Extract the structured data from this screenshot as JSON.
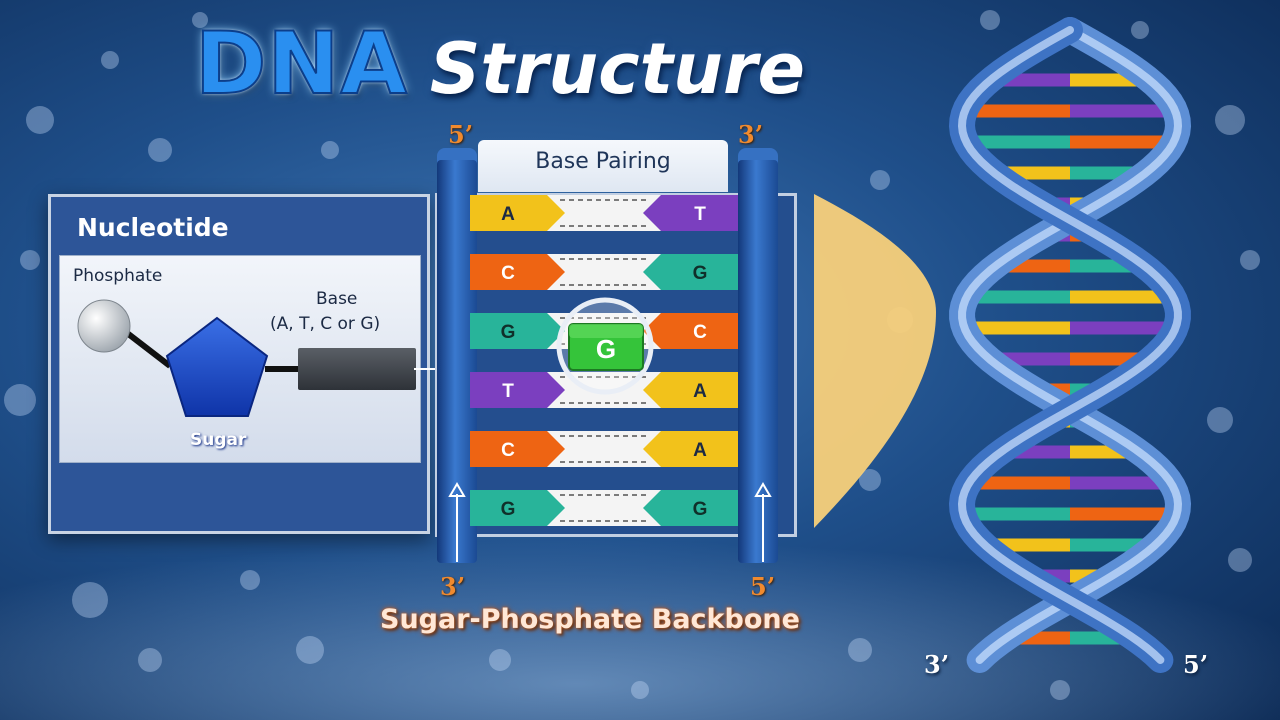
{
  "title": {
    "word1": "DNA",
    "word2": "Structure"
  },
  "nucleotide": {
    "title": "Nucleotide",
    "phosphate": "Phosphate",
    "base": "Base",
    "base_options": "(A, T, C or G)",
    "sugar": "Sugar"
  },
  "base_pairing": {
    "title": "Base Pairing",
    "top_left_end": "5’",
    "top_right_end": "3’",
    "bottom_left_end": "3’",
    "bottom_right_end": "5’",
    "highlight_base": "G",
    "pairs": [
      {
        "left": "A",
        "right": "T",
        "left_color": "#f2c21b",
        "right_color": "#7b3fbf"
      },
      {
        "left": "C",
        "right": "G",
        "left_color": "#ee6413",
        "right_color": "#28b49a"
      },
      {
        "left": "G",
        "right": "C",
        "left_color": "#28b49a",
        "right_color": "#ee6413"
      },
      {
        "left": "T",
        "right": "A",
        "left_color": "#7b3fbf",
        "right_color": "#f2c21b"
      },
      {
        "left": "C",
        "right": "A",
        "left_color": "#ee6413",
        "right_color": "#f2c21b"
      },
      {
        "left": "G",
        "right": "G",
        "left_color": "#28b49a",
        "right_color": "#28b49a"
      }
    ]
  },
  "backbone_label": "Sugar-Phosphate Backbone",
  "helix": {
    "bottom_left_end": "3’",
    "bottom_right_end": "5’"
  },
  "colors": {
    "adenine_yellow": "#f2c21b",
    "thymine_purple": "#7b3fbf",
    "cytosine_orange": "#ee6413",
    "guanine_teal": "#28b49a",
    "backbone_blue": "#2f68b8",
    "highlight_green": "#35c43a",
    "connector_peach": "#f8d07a"
  }
}
